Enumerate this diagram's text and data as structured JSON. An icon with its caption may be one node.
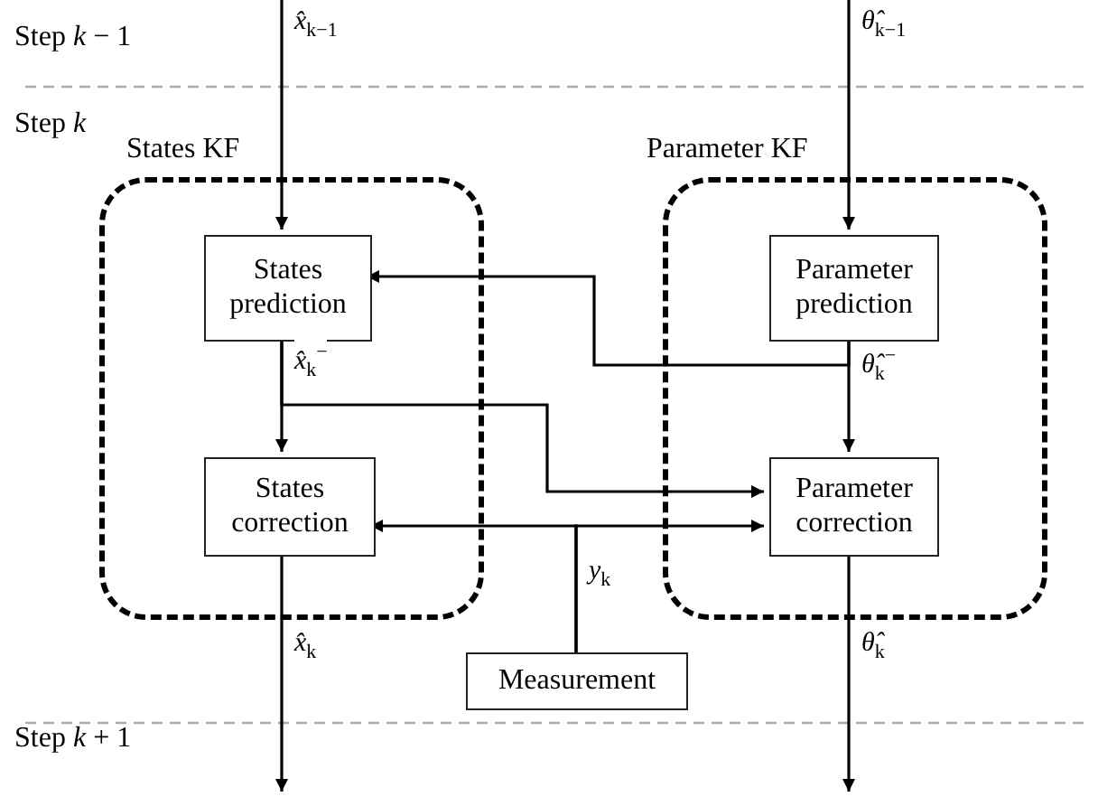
{
  "diagram": {
    "nodes": [
      {
        "text": [
          "States KF"
        ]
      },
      {
        "text": [
          "States prediction"
        ],
        "in": 0
      },
      {
        "text": [
          "States correction"
        ],
        "in": 0
      },
      {
        "text": [
          "Parameter KF"
        ]
      },
      {
        "text": [
          "Parameter prediction"
        ],
        "in": 3
      },
      {
        "text": [
          "Parameter correction"
        ],
        "in": 3
      },
      {
        "text": [
          "Measurement"
        ]
      }
    ],
    "edges": [
      {
        "from": null,
        "to": 1,
        "arrow": "to",
        "label": "*x̂*$_{k−1}$"
      },
      {
        "from": null,
        "to": 4,
        "arrow": "to",
        "label": "*θ̂*$_{k−1}$"
      },
      {
        "from": 1,
        "to": 2,
        "arrow": "to",
        "label": "*x̂*$_{k}$$^{−}$"
      },
      {
        "from": 4,
        "to": 5,
        "arrow": "to",
        "label": "*θ̂*$_{k}$$^{−}$"
      },
      {
        "from": 4,
        "to": 1,
        "arrow": "to"
      },
      {
        "from": 1,
        "to": 5,
        "arrow": "to"
      },
      {
        "from": 6,
        "to": 2,
        "arrow": "to",
        "label": "*y*$_{k}$"
      },
      {
        "from": 6,
        "to": 5,
        "arrow": "to"
      },
      {
        "from": 2,
        "to": null,
        "arrow": "to",
        "label": "*x̂*$_{k}$"
      },
      {
        "from": 5,
        "to": null,
        "arrow": "to",
        "label": "*θ̂*$_{k}$"
      }
    ],
    "labels": [
      "Step *k* − 1",
      "Step *k*",
      "Step *k* + 1"
    ]
  }
}
